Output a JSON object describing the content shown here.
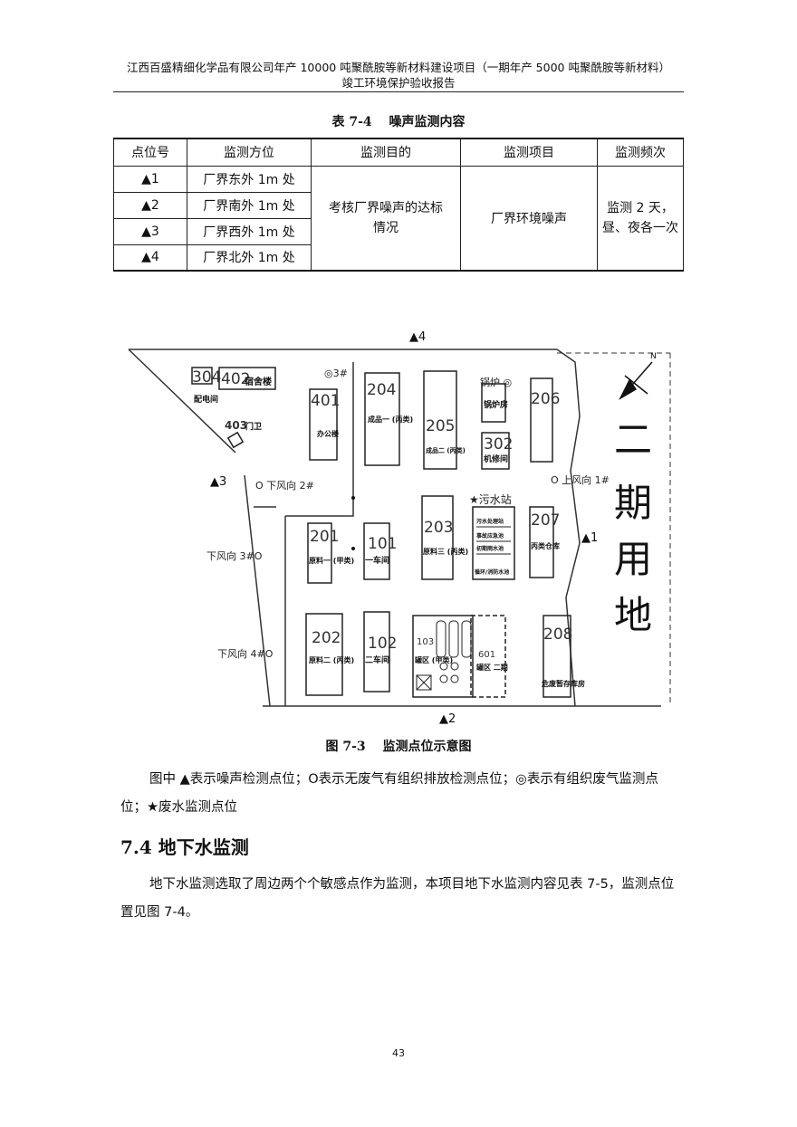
{
  "header": {
    "line1": "江西百盛精细化学品有限公司年产 10000 吨聚酰胺等新材料建设项目（一期年产 5000 吨聚酰胺等新材料）",
    "line2": "竣工环境保护验收报告"
  },
  "table": {
    "caption": "表 7-4　 噪声监测内容",
    "headers": [
      "点位号",
      "监测方位",
      "监测目的",
      "监测项目",
      "监测频次"
    ],
    "rows": [
      {
        "point": "▲1",
        "location": "厂界东外 1m 处"
      },
      {
        "point": "▲2",
        "location": "厂界南外 1m 处"
      },
      {
        "point": "▲3",
        "location": "厂界西外 1m 处"
      },
      {
        "point": "▲4",
        "location": "厂界北外 1m 处"
      }
    ],
    "purpose": "考核厂界噪声的达标情况",
    "item": "厂界环境噪声",
    "frequency_line1": "监测 2 天，",
    "frequency_line2": "昼、夜各一次"
  },
  "map": {
    "noise_points": [
      "▲4",
      "▲3",
      "▲1",
      "▲2"
    ],
    "gas_points": [
      "◎3#",
      "锅炉 ◎"
    ],
    "unorganized_points": [
      "O 下风向 2#",
      "O 上风向 1#",
      "下风向 3#O",
      "下风向 4#O"
    ],
    "water_point": "★污水站",
    "buildings": [
      {
        "no": "304",
        "name": ""
      },
      {
        "no": "402",
        "name": "宿舍楼"
      },
      {
        "no": "",
        "name": "配电间"
      },
      {
        "no": "403",
        "name": "门卫"
      },
      {
        "no": "401",
        "name": "办公楼"
      },
      {
        "no": "204",
        "name": "成品一 (丙类)"
      },
      {
        "no": "205",
        "name": "成品二 (丙类)"
      },
      {
        "no": "",
        "name": "锅炉房"
      },
      {
        "no": "302",
        "name": "机修间"
      },
      {
        "no": "206",
        "name": ""
      },
      {
        "no": "201",
        "name": "原料一 (甲类)"
      },
      {
        "no": "101",
        "name": "一车间"
      },
      {
        "no": "203",
        "name": "原料三 (丙类)"
      },
      {
        "no": "207",
        "name": "丙类仓库"
      },
      {
        "no": "202",
        "name": "原料二 (丙类)"
      },
      {
        "no": "102",
        "name": "二车间"
      },
      {
        "no": "103",
        "name": "罐区 (甲类)"
      },
      {
        "no": "601",
        "name": "罐区 二期"
      },
      {
        "no": "208",
        "name": "危废暂存库房"
      }
    ],
    "station_labels": [
      "污水处理站",
      "事故应急池",
      "初期雨水池",
      "循环/消防水池"
    ],
    "phase2_label": [
      "二",
      "期",
      "用",
      "地"
    ]
  },
  "figure_caption": "图 7-3　 监测点位示意图",
  "legend": "图中 ▲表示噪声检测点位；O表示无废气有组织排放检测点位；◎表示有组织废气监测点位；★废水监测点位",
  "section_title": "7.4 地下水监测",
  "paragraph": "地下水监测选取了周边两个个敏感点作为监测，本项目地下水监测内容见表 7-5，监测点位置见图 7-4。",
  "page_number": "43"
}
